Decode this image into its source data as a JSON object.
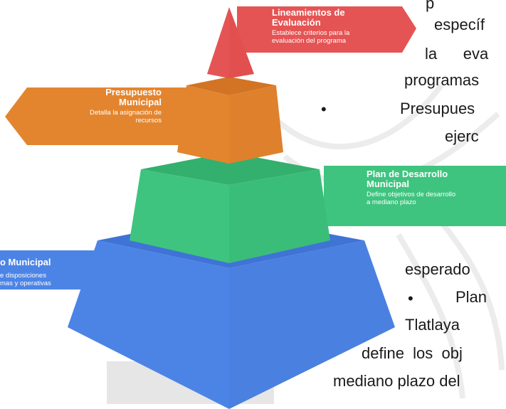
{
  "layers": [
    {
      "title": "Lineamientos de Evaluación",
      "title_lines": [
        "Lineamientos de",
        "Evaluación"
      ],
      "desc_lines": [
        "Establece criterios para la",
        "evaluación del programa"
      ],
      "color": "#e55454"
    },
    {
      "title": "Presupuesto Municipal",
      "title_lines": [
        "Presupuesto",
        "Municipal"
      ],
      "desc_lines": [
        "Detalla la asignación de",
        "recursos"
      ],
      "color": "#e3852f"
    },
    {
      "title": "Plan de Desarrollo Municipal",
      "title_lines": [
        "Plan de Desarrollo",
        "Municipal"
      ],
      "desc_lines": [
        "Define objetivos de desarrollo",
        "a mediano plazo"
      ],
      "color": "#3ec47f"
    },
    {
      "title": "o Municipal",
      "title_lines": [
        "o Municipal"
      ],
      "desc_lines": [
        "e disposiciones",
        "mas y operativas"
      ],
      "color": "#4c84e6"
    }
  ],
  "background_text": [
    "p",
    "específ",
    "la      eva",
    "programas",
    "•",
    "Presupues",
    "ejerc",
    "esperado",
    "•",
    "Plan",
    "Tlatlaya",
    "define  los  obj",
    "mediano plazo del"
  ]
}
